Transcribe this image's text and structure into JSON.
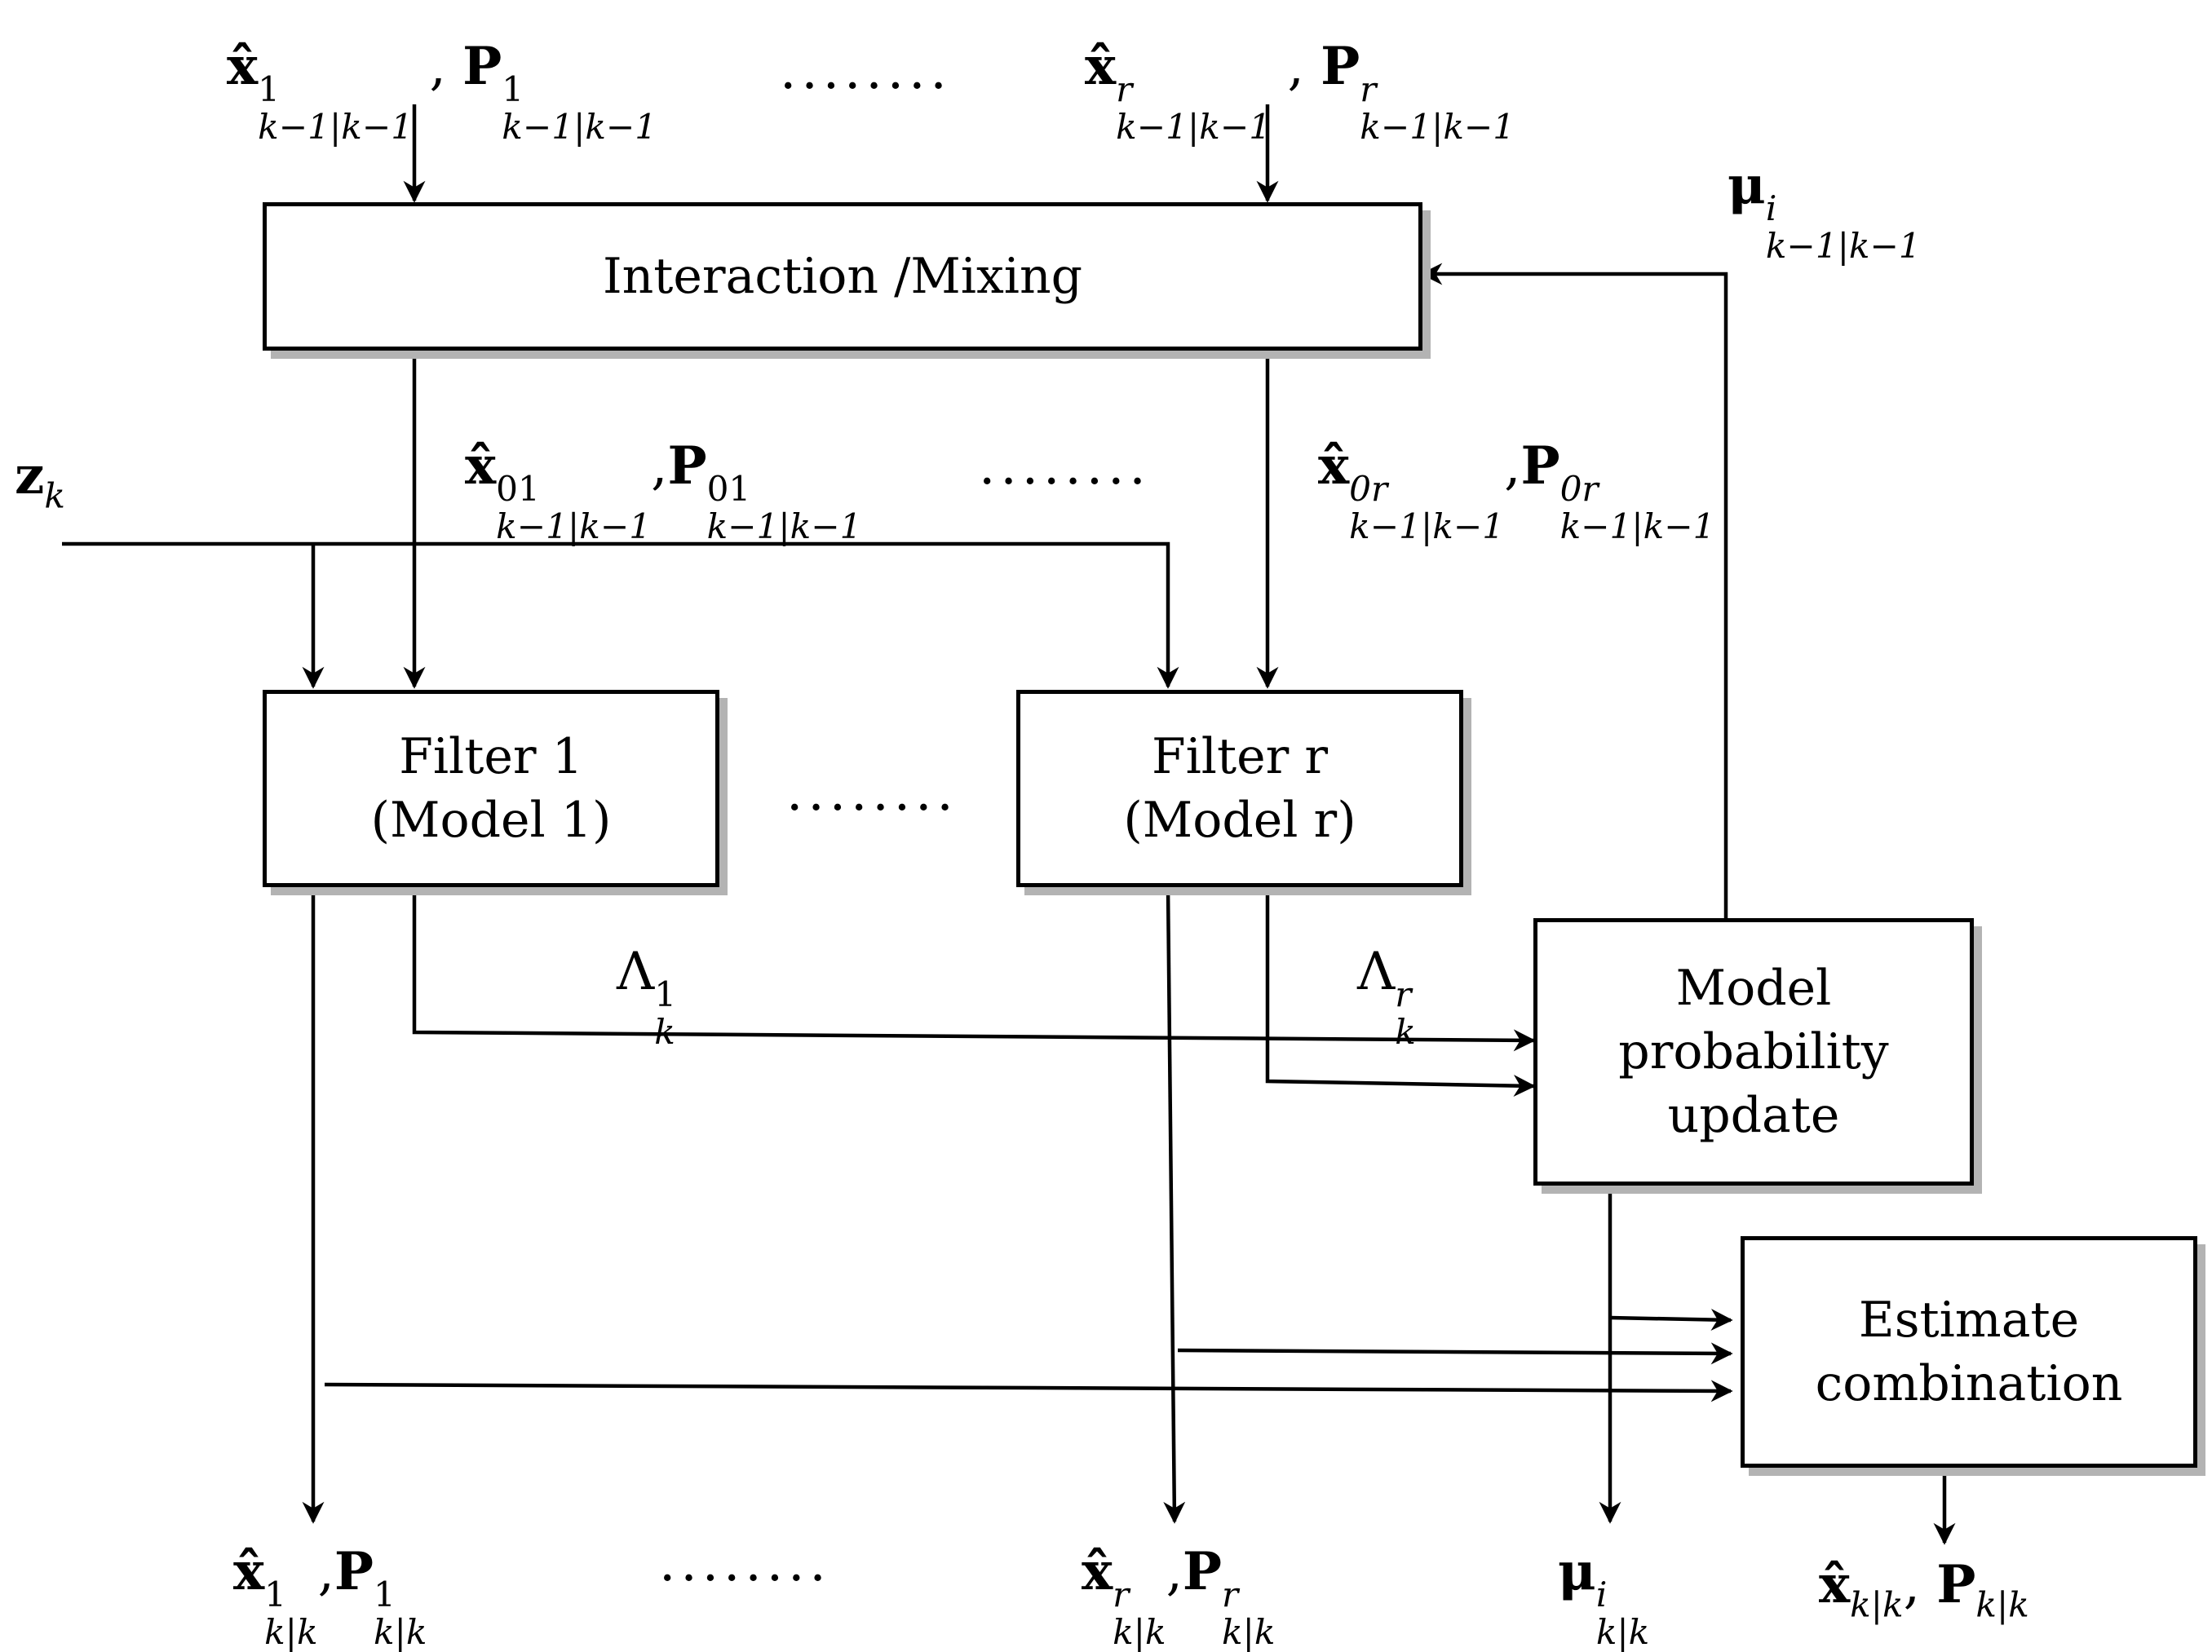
{
  "blocks": {
    "interaction": "Interaction /Mixing",
    "filter1_line1": "Filter 1",
    "filter1_line2": "(Model 1)",
    "filterr_line1": "Filter r",
    "filterr_line2": "(Model r)",
    "model_prob_line1": "Model",
    "model_prob_line2": "probability",
    "model_prob_line3": "update",
    "estimate_line1": "Estimate",
    "estimate_line2": "combination"
  },
  "ellipsis": "........",
  "symbols": {
    "x": "x̂",
    "P": "P",
    "z": "z",
    "mu": "μ",
    "lambda": "Λ",
    "comma": ",",
    "idx_1": "1",
    "idx_r": "r",
    "idx_i": "i",
    "idx_01": "01",
    "idx_0r": "0r",
    "sub_prev": "k−1|k−1",
    "sub_post": "k|k",
    "sub_k": "k"
  }
}
